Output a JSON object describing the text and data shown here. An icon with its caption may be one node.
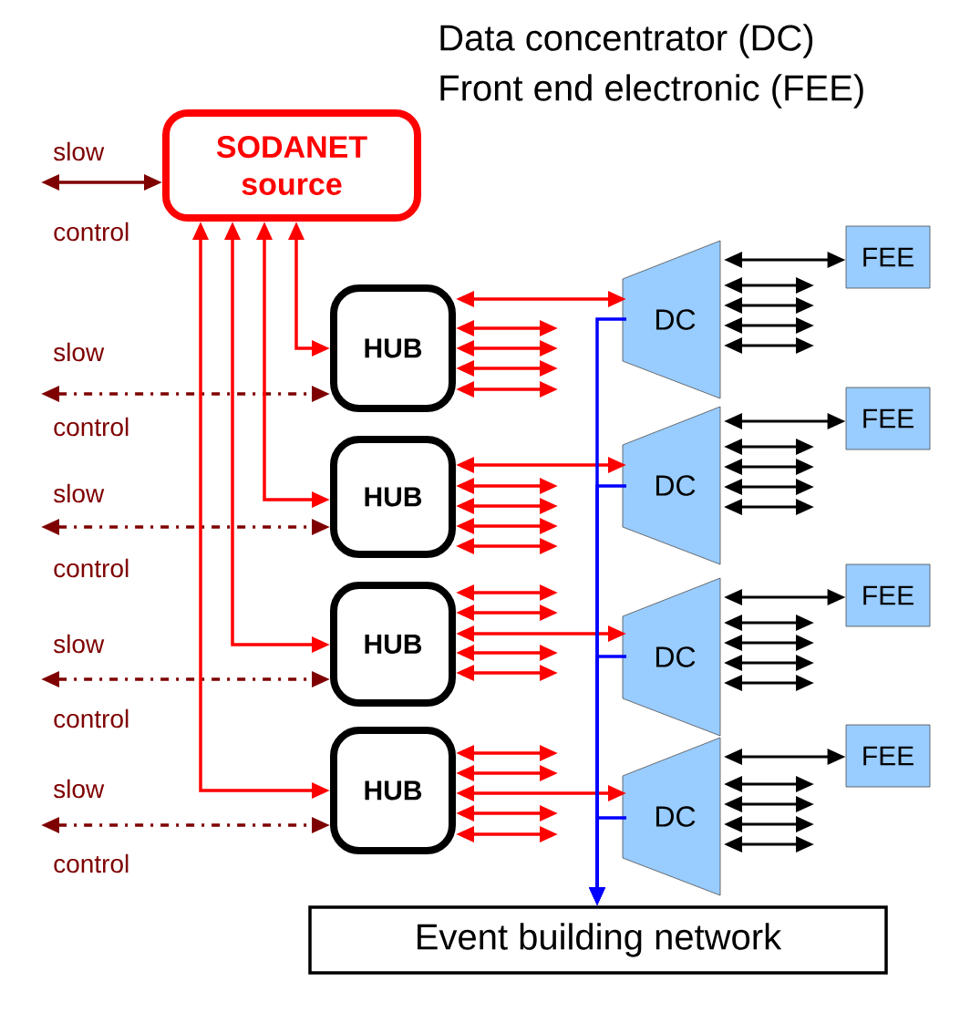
{
  "diagram": {
    "nodes": [
      {
        "text": [
          "SODANET source"
        ]
      },
      {
        "text": [
          "HUB"
        ]
      },
      {
        "text": [
          "HUB"
        ]
      },
      {
        "text": [
          "HUB"
        ]
      },
      {
        "text": [
          "HUB"
        ]
      },
      {
        "text": [
          "DC"
        ]
      },
      {
        "text": [
          "DC"
        ]
      },
      {
        "text": [
          "DC"
        ]
      },
      {
        "text": [
          "DC"
        ]
      },
      {
        "text": [
          "FEE"
        ]
      },
      {
        "text": [
          "FEE"
        ]
      },
      {
        "text": [
          "FEE"
        ]
      },
      {
        "text": [
          "FEE"
        ]
      },
      {
        "text": [
          "Event building network"
        ]
      }
    ],
    "edges": [
      {
        "from": null,
        "to": 0,
        "arrow": "both",
        "color": "#7f0000"
      },
      {
        "from": null,
        "to": 1,
        "arrow": "both",
        "style": "dashed",
        "color": "#7f0000"
      },
      {
        "from": null,
        "to": 2,
        "arrow": "both",
        "style": "dashed",
        "color": "#7f0000"
      },
      {
        "from": null,
        "to": 3,
        "arrow": "both",
        "style": "dashed",
        "color": "#7f0000"
      },
      {
        "from": null,
        "to": 4,
        "arrow": "both",
        "style": "dashed",
        "color": "#7f0000"
      },
      {
        "from": 1,
        "to": 0,
        "arrow": "both"
      },
      {
        "from": 2,
        "to": 0,
        "arrow": "both"
      },
      {
        "from": 3,
        "to": 0,
        "arrow": "both"
      },
      {
        "from": 4,
        "to": 0,
        "arrow": "both"
      },
      {
        "from": 1,
        "to": 5,
        "arrow": "both"
      },
      {
        "from": 2,
        "to": 6,
        "arrow": "both"
      },
      {
        "from": 3,
        "to": 7,
        "arrow": "both"
      },
      {
        "from": 4,
        "to": 8,
        "arrow": "both"
      },
      {
        "from": 1,
        "to": null,
        "arrow": "both"
      },
      {
        "from": 1,
        "to": null,
        "arrow": "both"
      },
      {
        "from": 1,
        "to": null,
        "arrow": "both"
      },
      {
        "from": 1,
        "to": null,
        "arrow": "both"
      },
      {
        "from": 2,
        "to": null,
        "arrow": "both"
      },
      {
        "from": 2,
        "to": null,
        "arrow": "both"
      },
      {
        "from": 2,
        "to": null,
        "arrow": "both"
      },
      {
        "from": 2,
        "to": null,
        "arrow": "both"
      },
      {
        "from": 3,
        "to": null,
        "arrow": "both"
      },
      {
        "from": 3,
        "to": null,
        "arrow": "both"
      },
      {
        "from": 3,
        "to": null,
        "arrow": "both"
      },
      {
        "from": 3,
        "to": null,
        "arrow": "both"
      },
      {
        "from": 4,
        "to": null,
        "arrow": "both"
      },
      {
        "from": 4,
        "to": null,
        "arrow": "both"
      },
      {
        "from": 4,
        "to": null,
        "arrow": "both"
      },
      {
        "from": 4,
        "to": null,
        "arrow": "both"
      },
      {
        "from": 5,
        "to": 9,
        "arrow": "both",
        "color": "#000000"
      },
      {
        "from": 6,
        "to": 10,
        "arrow": "both",
        "color": "#000000"
      },
      {
        "from": 7,
        "to": 11,
        "arrow": "both",
        "color": "#000000"
      },
      {
        "from": 8,
        "to": 12,
        "arrow": "both",
        "color": "#000000"
      },
      {
        "from": 5,
        "to": null,
        "arrow": "both",
        "color": "#000000"
      },
      {
        "from": 5,
        "to": null,
        "arrow": "both",
        "color": "#000000"
      },
      {
        "from": 5,
        "to": null,
        "arrow": "both",
        "color": "#000000"
      },
      {
        "from": 5,
        "to": null,
        "arrow": "both",
        "color": "#000000"
      },
      {
        "from": 6,
        "to": null,
        "arrow": "both",
        "color": "#000000"
      },
      {
        "from": 6,
        "to": null,
        "arrow": "both",
        "color": "#000000"
      },
      {
        "from": 6,
        "to": null,
        "arrow": "both",
        "color": "#000000"
      },
      {
        "from": 6,
        "to": null,
        "arrow": "both",
        "color": "#000000"
      },
      {
        "from": 7,
        "to": null,
        "arrow": "both",
        "color": "#000000"
      },
      {
        "from": 7,
        "to": null,
        "arrow": "both",
        "color": "#000000"
      },
      {
        "from": 7,
        "to": null,
        "arrow": "both",
        "color": "#000000"
      },
      {
        "from": 7,
        "to": null,
        "arrow": "both",
        "color": "#000000"
      },
      {
        "from": 8,
        "to": null,
        "arrow": "both",
        "color": "#000000"
      },
      {
        "from": 8,
        "to": null,
        "arrow": "both",
        "color": "#000000"
      },
      {
        "from": 8,
        "to": null,
        "arrow": "both",
        "color": "#000000"
      },
      {
        "from": 8,
        "to": null,
        "arrow": "both",
        "color": "#000000"
      },
      {
        "from": 5,
        "to": 13,
        "arrow": "to",
        "color": "#0000ff"
      },
      {
        "from": 6,
        "to": 13,
        "arrow": "to",
        "color": "#0000ff"
      },
      {
        "from": 7,
        "to": 13,
        "arrow": "to",
        "color": "#0000ff"
      },
      {
        "from": 8,
        "to": 13,
        "arrow": "to",
        "color": "#0000ff"
      }
    ],
    "labels": [
      "Data concentrator (DC)",
      "Front end electronic (FEE)",
      "slow",
      "control",
      "slow",
      "control",
      "slow",
      "control",
      "slow",
      "control",
      "slow",
      "control"
    ]
  }
}
